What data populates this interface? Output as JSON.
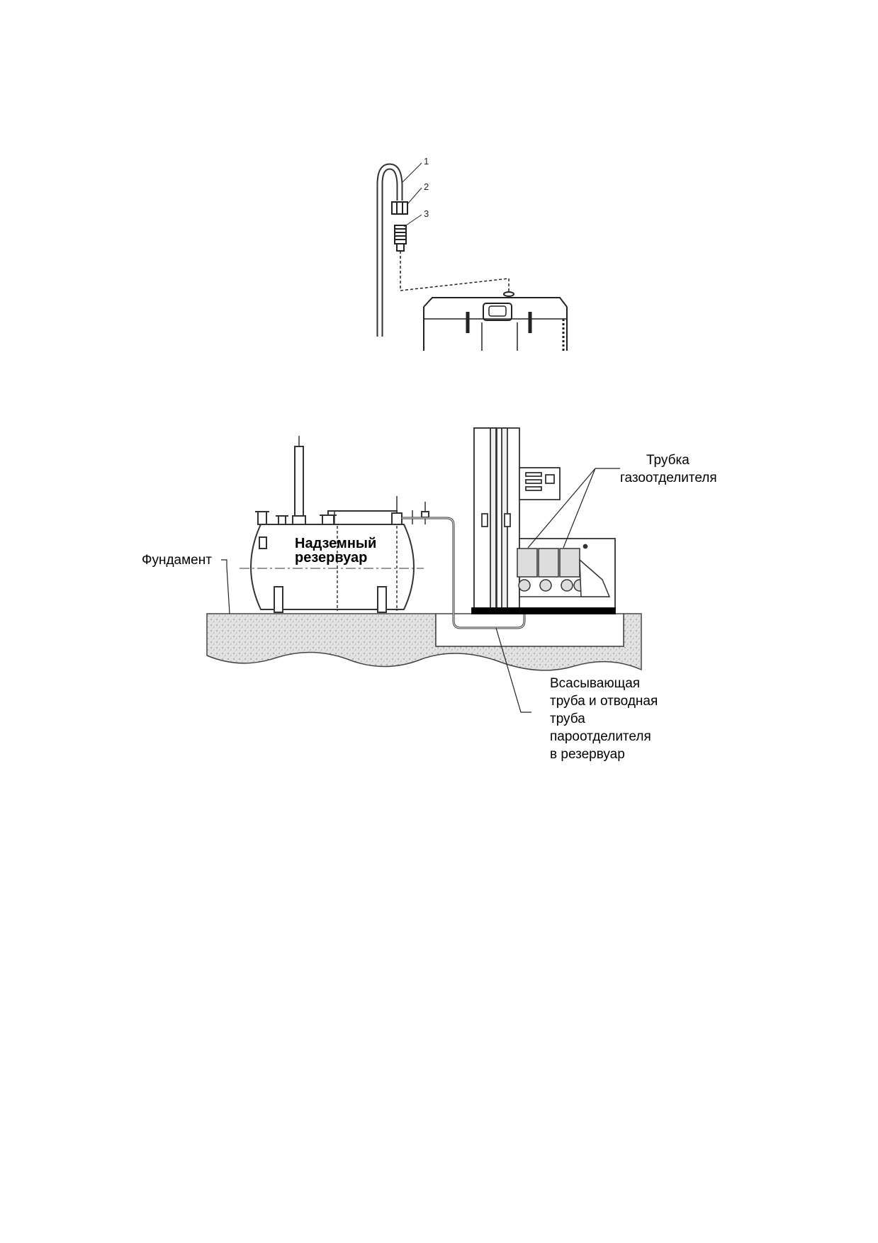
{
  "figure1": {
    "callouts": [
      "1",
      "2",
      "3"
    ]
  },
  "figure2": {
    "foundation_label": "Фундамент",
    "tank_label": [
      "Надземный",
      "резервуар"
    ],
    "gas_tube_label": [
      "Трубка",
      "газоотделителя"
    ],
    "suction_label": [
      "Всасывающая",
      "труба и отводная",
      "труба",
      "пароотделителя",
      "в резервуар"
    ]
  },
  "colors": {
    "line": "#222222",
    "ground_fill": "#d8d8d8",
    "base_plate": "#000000"
  }
}
